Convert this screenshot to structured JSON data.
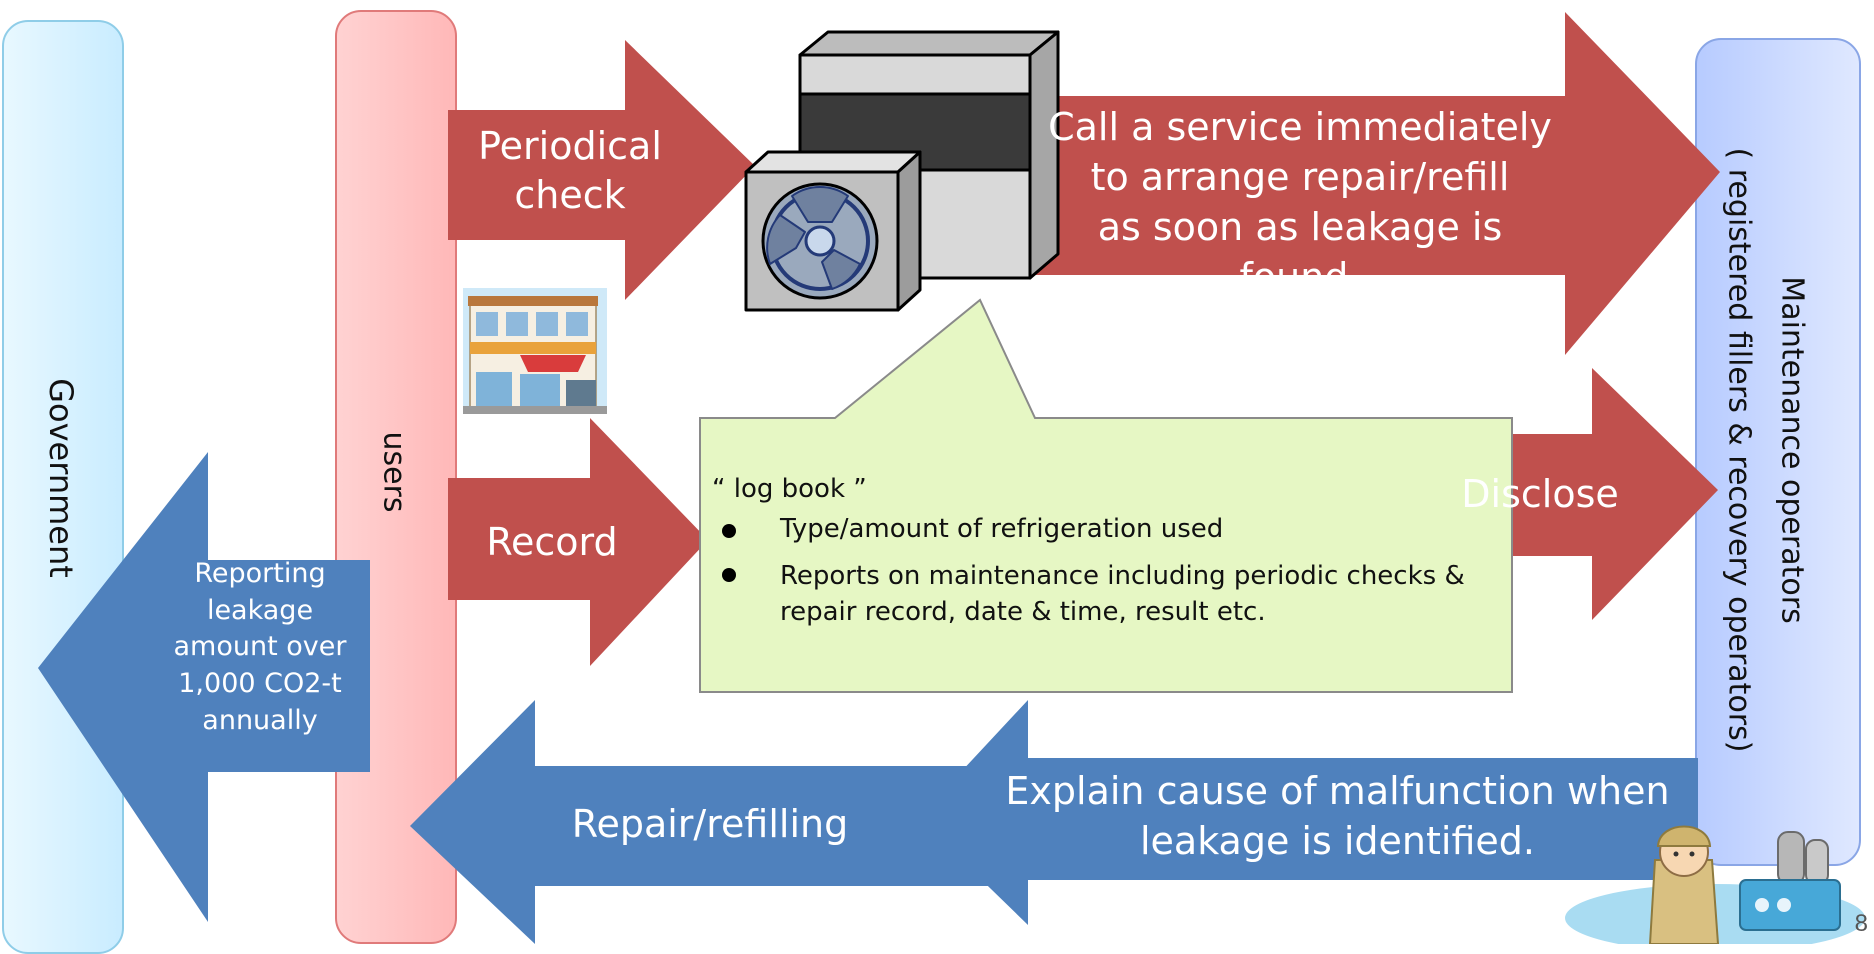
{
  "columns": {
    "government": "Government",
    "users": "users",
    "operators_line1": "Maintenance operators",
    "operators_line2": "( registered fillers & recovery operators)"
  },
  "arrows": {
    "periodical_check": [
      "Periodical",
      "check"
    ],
    "record": "Record",
    "call_service": [
      "Call a service immediately",
      "to arrange repair/refill",
      "as soon as leakage is found."
    ],
    "disclose": "Disclose",
    "reporting": [
      "Reporting",
      "leakage",
      "amount over",
      "1,000 CO2-t",
      "annually"
    ],
    "repair_refilling": "Repair/refilling",
    "explain_cause": [
      "Explain cause of malfunction when",
      "leakage is identified."
    ]
  },
  "logbook": {
    "title": "“ log book ”",
    "items": [
      "Type/amount of refrigeration used",
      "Reports on maintenance including periodic checks & repair record, date & time, result  etc."
    ]
  },
  "page_number": "8",
  "icons": [
    "air-conditioner-icon",
    "supermarket-icon",
    "worker-icon"
  ],
  "colors": {
    "red_arrow": "#C0504D",
    "blue_arrow": "#4F81BD",
    "callout_fill": "#E6F7C4",
    "government_pillar": "#D6F1FF",
    "users_pillar": "#FFC4C4",
    "operators_pillar": "#C6D6FF"
  }
}
